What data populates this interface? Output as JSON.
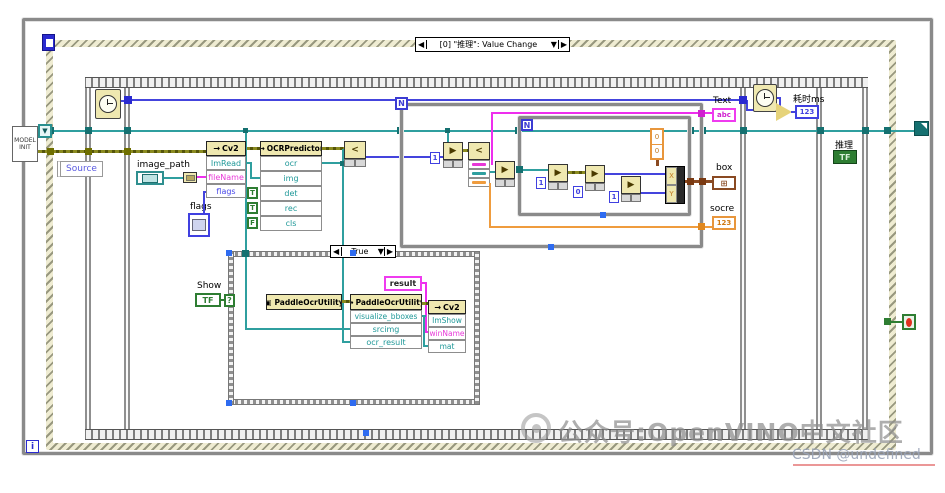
{
  "glyphs": {
    "invoke_arrow": "→",
    "ctor_icon": "▣",
    "n": "N",
    "i": "i",
    "question": "?",
    "left_arrow": "◀",
    "down_arrow": "▼",
    "right_arrow": "▶",
    "tf": "TF",
    "ref_down": "▼"
  },
  "event_structure": {
    "selector": "[0] \"推理\": Value Change"
  },
  "case_structure": {
    "selector": "True"
  },
  "left_panel": {
    "model_init_line1": "MODEL",
    "model_init_line2": "INIT",
    "source": "Source"
  },
  "controls": {
    "image_path": {
      "label": "image_path"
    },
    "flags": {
      "label": "flags"
    },
    "show": {
      "label": "Show",
      "glyph": "TF"
    },
    "infer": {
      "label": "推理",
      "glyph": "TF"
    }
  },
  "indicators": {
    "text": {
      "label": "Text",
      "glyph": "abc"
    },
    "box": {
      "label": "box",
      "glyph": "⊞"
    },
    "score": {
      "label": "socre",
      "glyph": "123"
    },
    "time": {
      "label": "耗时ms",
      "glyph": "123"
    }
  },
  "constants": {
    "result": "result",
    "det": "T",
    "rec": "T",
    "cls": "F",
    "idx1": "1",
    "idx2": "1",
    "idx3": "0",
    "idx4": "1",
    "arr": [
      "0",
      "0"
    ]
  },
  "nodes": {
    "cv2_imread": {
      "title": "Cv2",
      "rows": [
        "ImRead",
        "fileName",
        "flags"
      ]
    },
    "ocr": {
      "title": "OCRPredictor",
      "rows": [
        "ocr",
        "img",
        "det",
        "rec",
        "cls"
      ]
    },
    "paddle_ctor": {
      "title": "PaddleOcrUtility"
    },
    "paddle": {
      "title": "PaddleOcrUtility",
      "rows": [
        "visualize_bboxes",
        "srcimg",
        "ocr_result"
      ]
    },
    "cv2_imshow": {
      "title": "Cv2",
      "rows": [
        "ImShow",
        "winName",
        "mat"
      ]
    },
    "bundle": {
      "x": "X",
      "y": "Y"
    }
  },
  "watermark": {
    "line1": "公众号:OpenVINO中文社区",
    "line2": "CSDN @undefined"
  }
}
